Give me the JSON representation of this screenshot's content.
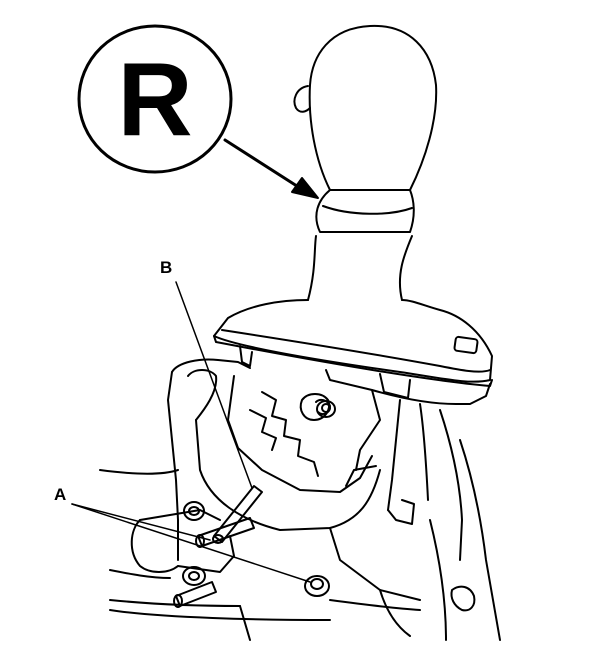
{
  "position_badge": {
    "letter": "R"
  },
  "callouts": {
    "a": "A",
    "b": "B"
  },
  "colors": {
    "line": "#000000",
    "background": "#ffffff"
  }
}
